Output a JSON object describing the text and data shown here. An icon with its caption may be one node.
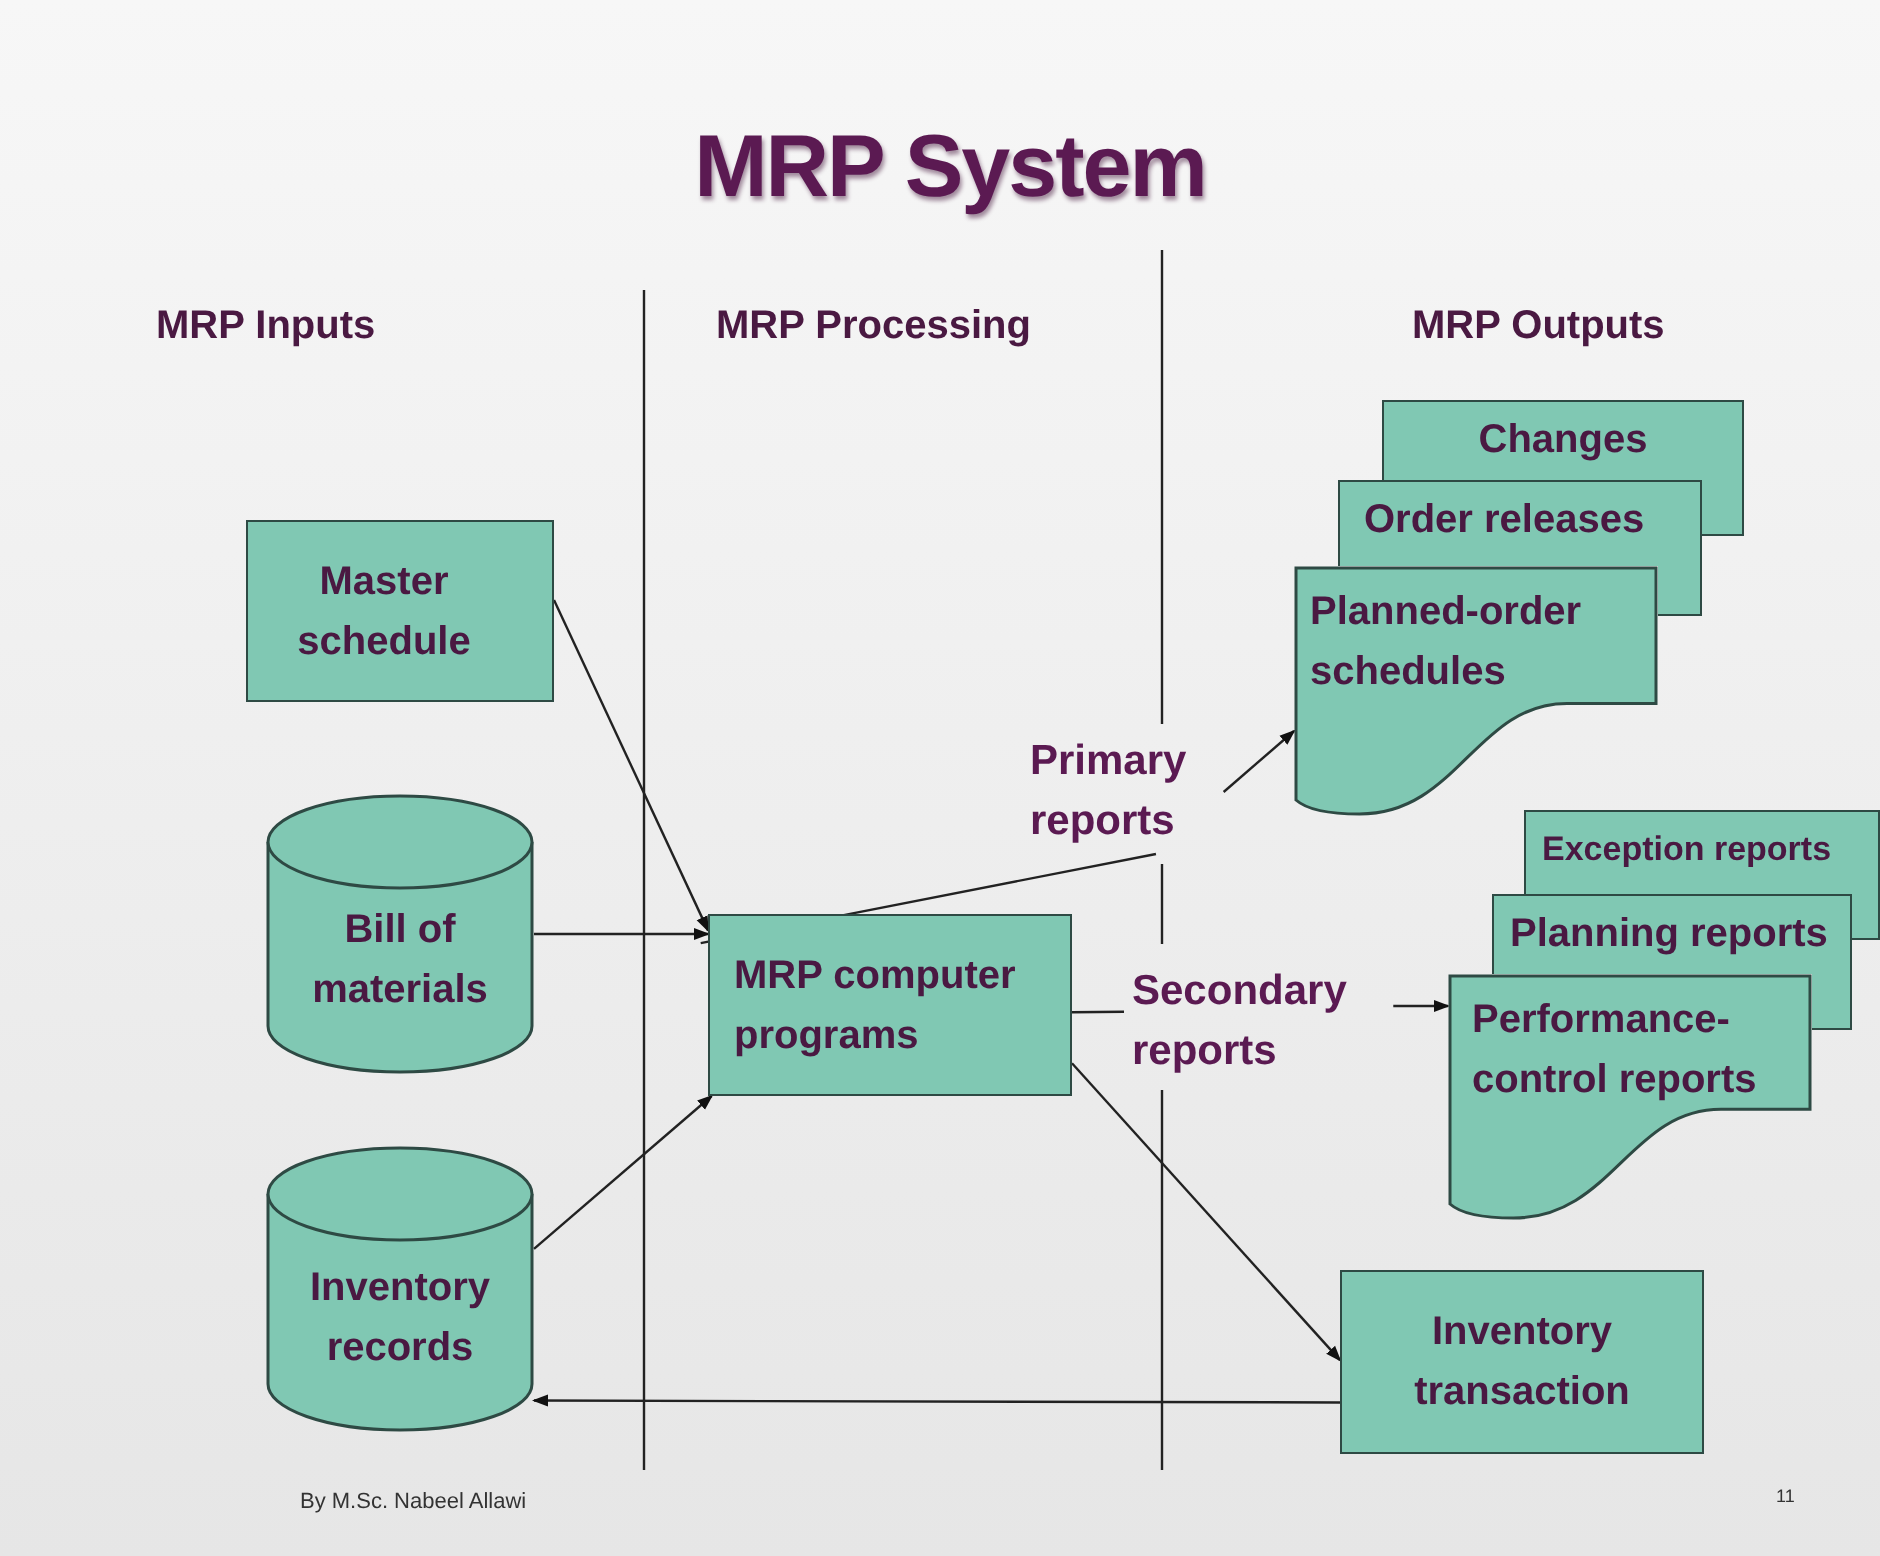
{
  "diagram": {
    "title": "MRP System",
    "nodes": [
      {
        "text": [
          "Master schedule"
        ]
      },
      {
        "text": [
          "Bill of materials"
        ]
      },
      {
        "text": [
          "Inventory records"
        ]
      },
      {
        "text": [
          "MRP computer programs"
        ]
      },
      {
        "text": [
          "Primary reports"
        ]
      },
      {
        "text": [
          "Secondary reports"
        ]
      },
      {
        "text": [
          "Changes"
        ]
      },
      {
        "text": [
          "Order releases"
        ]
      },
      {
        "text": [
          "Planned-order schedules"
        ]
      },
      {
        "text": [
          "Exception reports"
        ]
      },
      {
        "text": [
          "Planning reports"
        ]
      },
      {
        "text": [
          "Performance- control reports"
        ]
      },
      {
        "text": [
          "Inventory transaction"
        ]
      }
    ],
    "edges": [
      {
        "from": 0,
        "to": 3,
        "arrow": "to"
      },
      {
        "from": 1,
        "to": 3,
        "arrow": "to"
      },
      {
        "from": 2,
        "to": 3,
        "arrow": "to"
      },
      {
        "from": 3,
        "to": 4,
        "arrow": "none"
      },
      {
        "from": 4,
        "to": 8,
        "arrow": "to"
      },
      {
        "from": 3,
        "to": 5,
        "arrow": "none"
      },
      {
        "from": 5,
        "to": 11,
        "arrow": "to"
      },
      {
        "from": 3,
        "to": 12,
        "arrow": "to"
      },
      {
        "from": 12,
        "to": 2,
        "arrow": "to"
      }
    ],
    "labels": [
      "MRP Inputs",
      "MRP Processing",
      "MRP Outputs",
      "By M.Sc. Nabeel Allawi",
      "11"
    ]
  }
}
